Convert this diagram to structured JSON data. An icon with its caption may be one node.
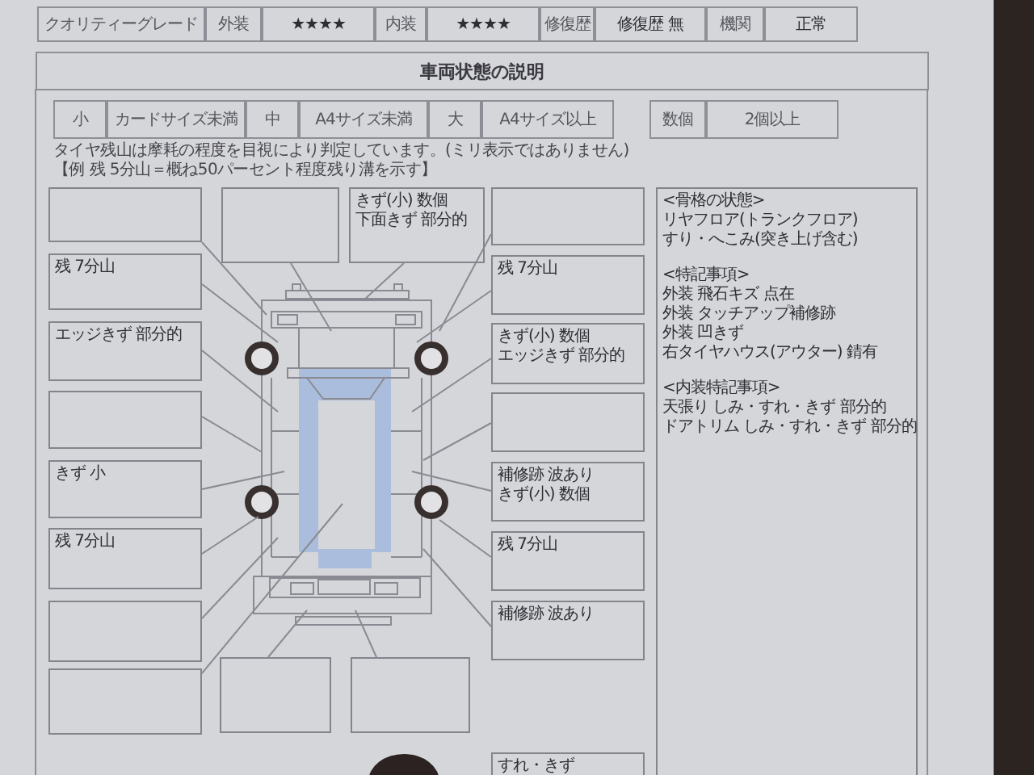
{
  "diagram": {
    "title": "車両状態の説明",
    "nodes": [
      {
        "text": [],
        "shape": "box"
      },
      {
        "text": [],
        "shape": "box"
      },
      {
        "text": [
          "きず(小) 数個",
          "下面きず 部分的"
        ]
      },
      {
        "text": [],
        "shape": "box"
      },
      {
        "text": [
          "<骨格の状態>",
          "リヤフロア(トランクフロア)",
          "すり・へこみ(突き上げ含む)",
          "<特記事項>",
          "外装 飛石キズ 点在",
          "外装 タッチアップ補修跡",
          "外装 凹きず",
          "右タイヤハウス(アウター) 錆有",
          "<内装特記事項>",
          "天張り しみ・すれ・きず 部分的",
          "ドアトリム しみ・すれ・きず 部分的"
        ]
      },
      {
        "text": [
          "残 7分山"
        ]
      },
      {
        "text": [
          "残 7分山"
        ]
      },
      {
        "text": [
          "エッジきず 部分的"
        ]
      },
      {
        "text": [
          "きず(小) 数個",
          "エッジきず 部分的"
        ]
      },
      {
        "text": [],
        "shape": "box"
      },
      {
        "text": [],
        "shape": "box"
      },
      {
        "text": [
          "きず 小"
        ]
      },
      {
        "text": [
          "補修跡 波あり",
          "きず(小) 数個"
        ]
      },
      {
        "text": [
          "残 7分山"
        ]
      },
      {
        "text": [
          "残 7分山"
        ]
      },
      {
        "text": [],
        "shape": "box"
      },
      {
        "text": [
          "補修跡 波あり"
        ]
      },
      {
        "text": [],
        "shape": "box"
      },
      {
        "text": [],
        "shape": "box"
      },
      {
        "text": [],
        "shape": "box"
      },
      {
        "text": [
          "すれ・きず"
        ]
      }
    ],
    "edges": [
      {
        "from": 0,
        "to": null,
        "arrow": "none"
      },
      {
        "from": 1,
        "to": null,
        "arrow": "none"
      },
      {
        "from": 2,
        "to": null,
        "arrow": "none"
      },
      {
        "from": 3,
        "to": null,
        "arrow": "none"
      },
      {
        "from": 5,
        "to": null,
        "arrow": "none"
      },
      {
        "from": 6,
        "to": null,
        "arrow": "none"
      },
      {
        "from": 7,
        "to": null,
        "arrow": "none"
      },
      {
        "from": 8,
        "to": null,
        "arrow": "none"
      },
      {
        "from": 9,
        "to": null,
        "arrow": "none"
      },
      {
        "from": 10,
        "to": null,
        "arrow": "none"
      },
      {
        "from": 11,
        "to": null,
        "arrow": "none"
      },
      {
        "from": 12,
        "to": null,
        "arrow": "none"
      },
      {
        "from": 13,
        "to": null,
        "arrow": "none"
      },
      {
        "from": 14,
        "to": null,
        "arrow": "none"
      },
      {
        "from": 15,
        "to": null,
        "arrow": "none"
      },
      {
        "from": 16,
        "to": null,
        "arrow": "none"
      },
      {
        "from": 17,
        "to": null,
        "arrow": "none"
      },
      {
        "from": 18,
        "to": null,
        "arrow": "none"
      },
      {
        "from": 19,
        "to": null,
        "arrow": "none"
      }
    ],
    "labels": [
      "クオリティーグレード",
      "外装",
      "★★★★",
      "内装",
      "★★★★",
      "修復歴",
      "修復歴 無",
      "機関",
      "正常",
      "小",
      "カードサイズ未満",
      "中",
      "A4サイズ未満",
      "大",
      "A4サイズ以上",
      "数個",
      "2個以上",
      "タイヤ残山は摩耗の程度を目視により判定しています。(ミリ表示ではありません)",
      "【例 残 5分山＝概ね50パーセント程度残り溝を示す】"
    ]
  }
}
